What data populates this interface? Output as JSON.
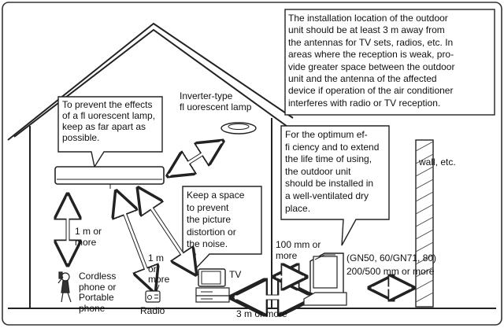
{
  "notes": {
    "outdoor_location": "The installation location of the outdoor\nunit should be at least 3 m away from\nthe antennas for TV sets, radios, etc. In\nareas where the reception is weak, pro-\nvide greater space between the outdoor\nunit and the antenna of the affected\ndevice if operation of the air conditioner\ninterferes with radio or TV reception.",
    "fluorescent": "To prevent the effects\nof a fl uorescent lamp,\nkeep as far apart as\npossible.",
    "keep_space": "Keep a space\nto prevent\nthe picture\ndistortion or\nthe noise.",
    "optimum": "For the optimum ef-\nfi ciency and to extend\nthe life time of using,\nthe outdoor unit\nshould be installed in\na well-ventilated dry\nplace."
  },
  "labels": {
    "lamp": "Inverter-type\nfl uorescent lamp",
    "wall": "wall, etc.",
    "phone_distance": "1 m or\nmore",
    "phone": "Cordless\nphone or\nPortable\nphone",
    "radio_distance": "1 m\nor\nmore",
    "radio": "Radio",
    "tv": "TV",
    "tv_distance": "3 m or more",
    "outdoor_clearance": "100 mm or\nmore",
    "models": "(GN50, 60/GN71, 80)",
    "wall_clearance": "200/500 mm or more"
  }
}
